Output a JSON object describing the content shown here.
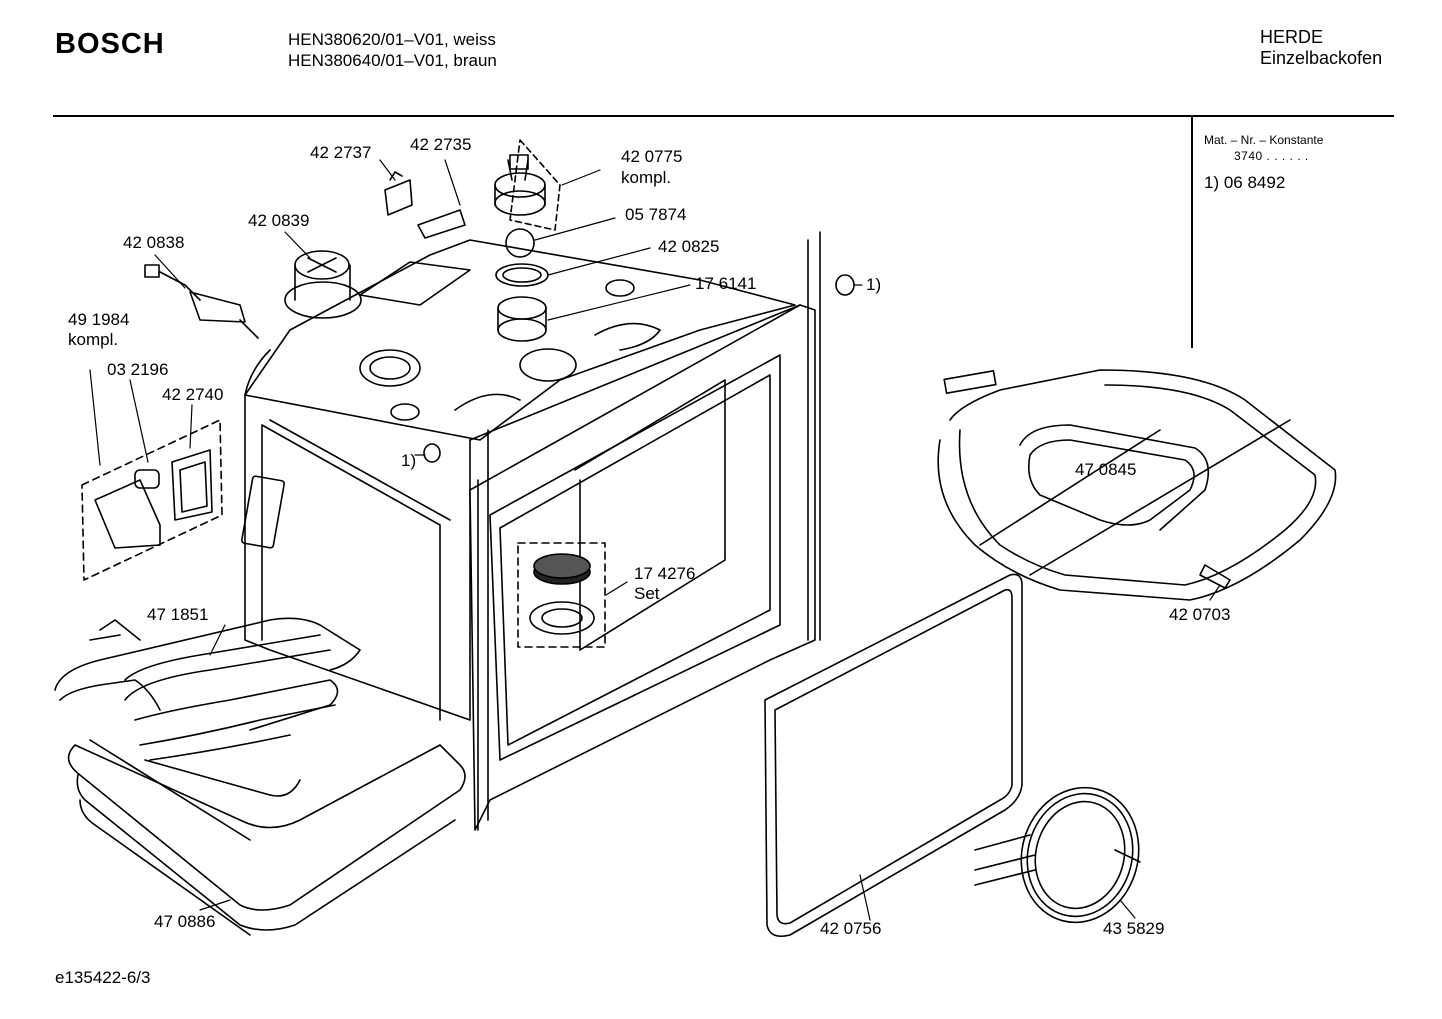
{
  "header": {
    "brand": "BOSCH",
    "model_line_1": "HEN380620/01–V01, weiss",
    "model_line_2": "HEN380640/01–V01, braun",
    "category_line_1": "HERDE",
    "category_line_2": "Einzelbackofen"
  },
  "mat_box": {
    "title": "Mat. – Nr. – Konstante",
    "code": "3740  .  .  .  .  .  .",
    "value": "1) 06 8492"
  },
  "parts": {
    "p422737": "42 2737",
    "p422735": "42 2735",
    "p420775": "42 0775",
    "p420775_note": "kompl.",
    "p057874": "05 7874",
    "p420839": "42 0839",
    "p420825": "42 0825",
    "p420838": "42 0838",
    "p176141": "17 6141",
    "ref1_right": "1)",
    "p491984": "49 1984",
    "p491984_note": "kompl.",
    "p032196": "03 2196",
    "p422740": "42 2740",
    "ref1_left": "1)",
    "p470845": "47 0845",
    "p174276": "17 4276",
    "p174276_note": "Set",
    "p471851": "47 1851",
    "p420703": "42 0703",
    "p470886": "47 0886",
    "p420756": "42 0756",
    "p435829": "43 5829"
  },
  "footer": {
    "code": "e135422-6/3"
  }
}
